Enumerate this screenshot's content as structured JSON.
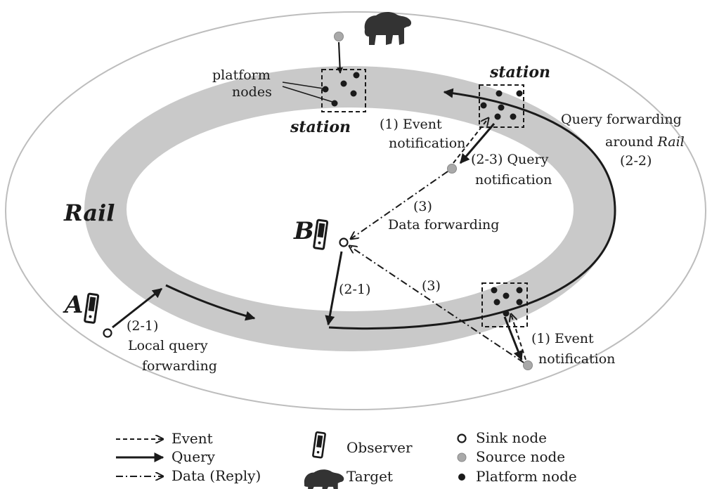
{
  "labels": {
    "platform_nodes_line1": "platform",
    "platform_nodes_line2": "nodes",
    "station_top_left": "station",
    "station_top_right": "station",
    "rail": "Rail",
    "event_notification_top_1": "(1) Event",
    "event_notification_top_2": "notification",
    "query_forwarding_1": "Query forwarding",
    "query_forwarding_2a": "around ",
    "query_forwarding_2b": "Rail",
    "query_forwarding_3": "(2-2)",
    "query_notification_1": "(2-3) Query",
    "query_notification_2": "notification",
    "data_forwarding_1": "(3)",
    "data_forwarding_2": "Data forwarding",
    "observer_a": "A",
    "observer_b": "B",
    "b_query": "(2-1)",
    "b_data": "(3)",
    "local_query_1": "(2-1)",
    "local_query_2": "Local query",
    "local_query_3": "forwarding",
    "event_notification_bottom_1": "(1) Event",
    "event_notification_bottom_2": "notification"
  },
  "legend": {
    "event": "Event",
    "query": "Query",
    "data": "Data (Reply)",
    "observer": "Observer",
    "target": "Target",
    "sink": "Sink node",
    "source": "Source node",
    "platform": "Platform node"
  },
  "colors": {
    "rail_band": "#c9c9c9",
    "outer_ring": "#bdbdbd",
    "source_node": "#a9a9a9",
    "ink": "#1a1a1a"
  }
}
